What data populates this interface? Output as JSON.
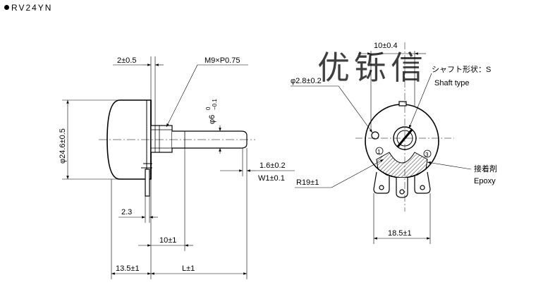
{
  "title": "RV24YN",
  "watermark": "优铄信",
  "side_view": {
    "dim_shaft_end": "2±0.5",
    "thread": "M9×P0.75",
    "diameter_body": "φ24.6±0.5",
    "diameter_shaft_prefix": "φ6",
    "diameter_shaft_tol_upper": "0",
    "diameter_shaft_tol_lower": "−0.1",
    "dim_flat": "1.6±0.2",
    "dim_w": "W1±0.1",
    "dim_terminal": "2.3",
    "dim_bushing": "10±1",
    "dim_body": "13.5±1",
    "dim_l": "L±1"
  },
  "front_view": {
    "dim_top": "10±0.4",
    "hole": "φ2.8±0.2",
    "shaft_type_jp": "シャフト形状：S",
    "shaft_type_en": "Shaft type",
    "radius": "R19±1",
    "epoxy_jp": "接着剤",
    "epoxy_en": "Epoxy",
    "dim_bottom": "18.5±1",
    "terminal_1": "1",
    "terminal_3": "3"
  }
}
